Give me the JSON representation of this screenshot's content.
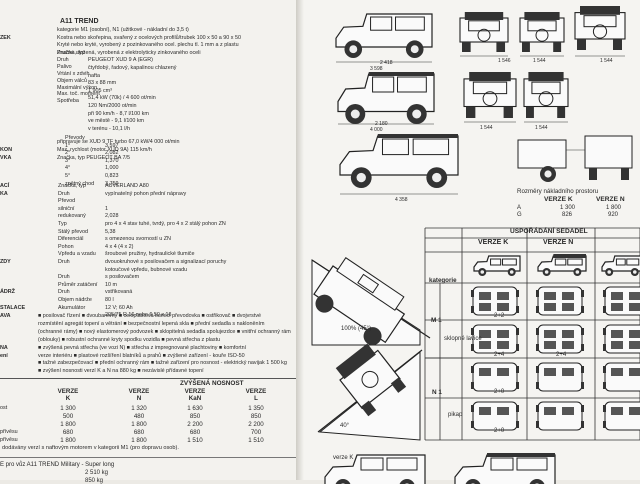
{
  "left": {
    "title": "A11 TREND",
    "spec_lines": [
      {
        "label": "",
        "value": "kategorie M1 (osobní), N1 (užitkové - nákladní do 3,5 t)"
      },
      {
        "label": "ZEK",
        "value": "Kostra nebo skořepina, svařený z ocelových profilů/trubek 100 x 50 a 90 x 50"
      },
      {
        "label": "",
        "value": "Kryté nebo kryté, vyrobený z pozinkovaného ocel. plechu tl. 1 mm a z plastu"
      },
      {
        "label": "",
        "value": "Pružné uložená, vyrobená z elektrolyticky zinkovaného oceli"
      },
      {
        "label": "",
        "value": "PEUGEOT XUD 9 A (EGR)"
      },
      {
        "label": "",
        "value": "čtyřdobý, řadový, kapalinou chlazený"
      },
      {
        "label": "",
        "value": "nafta"
      },
      {
        "label": "",
        "value": "83 x 88 mm"
      },
      {
        "label": "",
        "value": "1 905 cm³"
      },
      {
        "label": "",
        "value": "51,4 kW (70k) / 4 600 ot/min"
      },
      {
        "label": "",
        "value": "120 Nm/2000 ot/min"
      },
      {
        "label": "",
        "value": "při 90 km/h - 8,7 l/100 km"
      },
      {
        "label": "",
        "value": "ve městě - 9,1 l/100 km"
      },
      {
        "label": "",
        "value": "v terénu - 10,1 l/h"
      },
      {
        "label": "",
        "value": "připravuje se XUD 9 TF turbo 67,0 kW/4 000 ot/min"
      },
      {
        "label": "KON",
        "value": "Max. rychlost (motor XUD 9A) 115 km/h"
      },
      {
        "label": "VKA",
        "value": "Značka, typ     PEUGEOT BA 7/5"
      }
    ],
    "spec_keys": [
      "Značka, typ",
      "Druh",
      "Palivo",
      "Vrtání x zdvih",
      "Objem válců",
      "Maximální výkon",
      "Max. toč. moment",
      "Spotřeba"
    ],
    "gears": [
      {
        "label": "Převody",
        "value": ""
      },
      {
        "label": "1°",
        "value": "3,597"
      },
      {
        "label": "2°",
        "value": "2,082"
      },
      {
        "label": "3°",
        "value": "1,370"
      },
      {
        "label": "4°",
        "value": "1,000"
      },
      {
        "label": "5°",
        "value": "0,823"
      },
      {
        "label": "zpětný chod",
        "value": "3,759"
      }
    ],
    "transfer": [
      {
        "label": "ACÍ",
        "key": "Značka, typ",
        "value": "AUVERLAND A80"
      },
      {
        "label": "KA",
        "key": "Druh",
        "value": "vypínatelný pohon přední nápravy"
      },
      {
        "label": "",
        "key": "Převod",
        "value": ""
      },
      {
        "label": "",
        "key": "silniční",
        "value": "1"
      },
      {
        "label": "",
        "key": "redukovaný",
        "value": "2,028"
      },
      {
        "label": "",
        "key": "Typ",
        "value": "pro 4 x 4 stav tuhé, tvrdý, pro 4 x 2 stálý pohon ZN"
      },
      {
        "label": "",
        "key": "Stálý převod",
        "value": "5,38"
      },
      {
        "label": "",
        "key": "Diferenciál",
        "value": "s omezenou svorností u ZN"
      },
      {
        "label": "",
        "key": "Pohon",
        "value": "4 x 4 (4 x 2)"
      },
      {
        "label": "",
        "key": "Vpředu a vzadu",
        "value": "šroubové pružiny, hydraulické tlumiče"
      },
      {
        "label": "ZDY",
        "key": "Druh",
        "value": "dvouokruhové s posilovačem a signalizací poruchy"
      },
      {
        "label": "",
        "key": "",
        "value": "kotoučové vpředu, bubnové vzadu"
      },
      {
        "label": "",
        "key": "Druh",
        "value": "s posilovačem"
      },
      {
        "label": "",
        "key": "Průměr zatáčení",
        "value": "10 m"
      },
      {
        "label": "ÁDRŽ",
        "key": "Druh",
        "value": "vstřikovaná"
      },
      {
        "label": "",
        "key": "Objem nádrže",
        "value": "80 l"
      },
      {
        "label": "STALACE",
        "key": "Akumulátor",
        "value": "12 V; 60 Ah"
      },
      {
        "label": "",
        "key": "",
        "value": "205/75 R 16 nebo 6,50 x 16"
      }
    ],
    "equipment": [
      {
        "label": "AVA",
        "text": "■ posilovač řízení  ■ dvoubarevný  ■ celoplastová tlumicí převodovka  ■ ostřikovač  ■ dvojvrstvé"
      },
      {
        "label": "",
        "text": "rozmístění agregát topení a větrání  ■ bezpečnostní lepená skla  ■ přední sedadla s nakloněním"
      },
      {
        "label": "",
        "text": "(ochranné rámy)  ■ nový elastomerový podvozek  ■ sklopitelná sedadla spolujezdce  ■ vnitřní ochranný rám"
      },
      {
        "label": "",
        "text": "(oblouky)  ■ robustní ochranné kryty spodku vozidla  ■ pevná střecha z plastu"
      },
      {
        "label": "NA",
        "text": "■ zvýšená pevná střecha (ve vozi N)  ■ střecha z impregnované plachtoviny  ■ komfortní"
      },
      {
        "label": "ení",
        "text": "verze interiéru  ■ plastové rozšíření blatníků a prahů  ■ zvýšené zařízení - kouře ISO-50"
      },
      {
        "label": "",
        "text": "■ tažné zabezpečovací  ■ přední ochranný rám  ■ tažné zařízení pro nosnost - elektrický navijak 1 500 kg"
      },
      {
        "label": "",
        "text": "■ zvýšení nosnosti verzí K a N na 880 kg  ■ nezávislé přídavné topení"
      }
    ],
    "load_table": {
      "title": "ZVÝŠENÁ NOSNOST",
      "columns": [
        {
          "top": "VERZE",
          "bottom": "K"
        },
        {
          "top": "VERZE",
          "bottom": "N"
        },
        {
          "top": "VERZE",
          "bottom": "KaN"
        },
        {
          "top": "VERZE",
          "bottom": "L"
        }
      ],
      "rows": [
        {
          "label": "ost",
          "values": [
            "1 300",
            "1 320",
            "1 630",
            "1 350"
          ]
        },
        {
          "label": "",
          "values": [
            "500",
            "480",
            "850",
            "850"
          ]
        },
        {
          "label": "",
          "values": [
            "1 800",
            "1 800",
            "2 200",
            "2 200"
          ]
        },
        {
          "label": "přívěsu",
          "values": [
            "680",
            "680",
            "680",
            "700"
          ]
        },
        {
          "label": "přívěsu",
          "values": [
            "1 800",
            "1 800",
            "1 510",
            "1 510"
          ]
        }
      ]
    },
    "footer_note": "dodávány verzí s naftovým motorem v kategorii M1 (pro dopravu osob).",
    "footer_line": "E pro vůz A11 TREND Military - Super long",
    "footer_value": "2 510 kg",
    "footer_value2": "850 kg"
  },
  "right": {
    "dims_row1": [
      "2 418",
      "1 546",
      "1 544"
    ],
    "dims_row1_total": "3 598",
    "dims_row2": [
      "2 180",
      "1 544",
      "1 544"
    ],
    "dims_row2_total": "4 000",
    "dims_row3_total": "4 358",
    "cargo_title": "Rozměry nákladního prostoru",
    "cargo_cols": [
      "VERZE K",
      "VERZE N"
    ],
    "cargo_rows": [
      {
        "label": "A",
        "values": [
          "1 300",
          "1 800"
        ]
      },
      {
        "label": "G",
        "values": [
          "826",
          "920"
        ]
      }
    ],
    "angle_100": "100% (45°)",
    "angle_40": "40°",
    "version_k_label": "verze K",
    "seating": {
      "title": "USPOŘÁDÁNÍ SEDADEL",
      "col_headers": [
        "VERZE K",
        "VERZE N"
      ],
      "row_label_top": "kategorie",
      "m1": "M 1",
      "n1": "N 1",
      "bench": "sklopné lavice",
      "pickup": "pikap",
      "configs": [
        "2+2",
        "2+4",
        "2+4",
        "2+0",
        "2+0"
      ]
    }
  }
}
